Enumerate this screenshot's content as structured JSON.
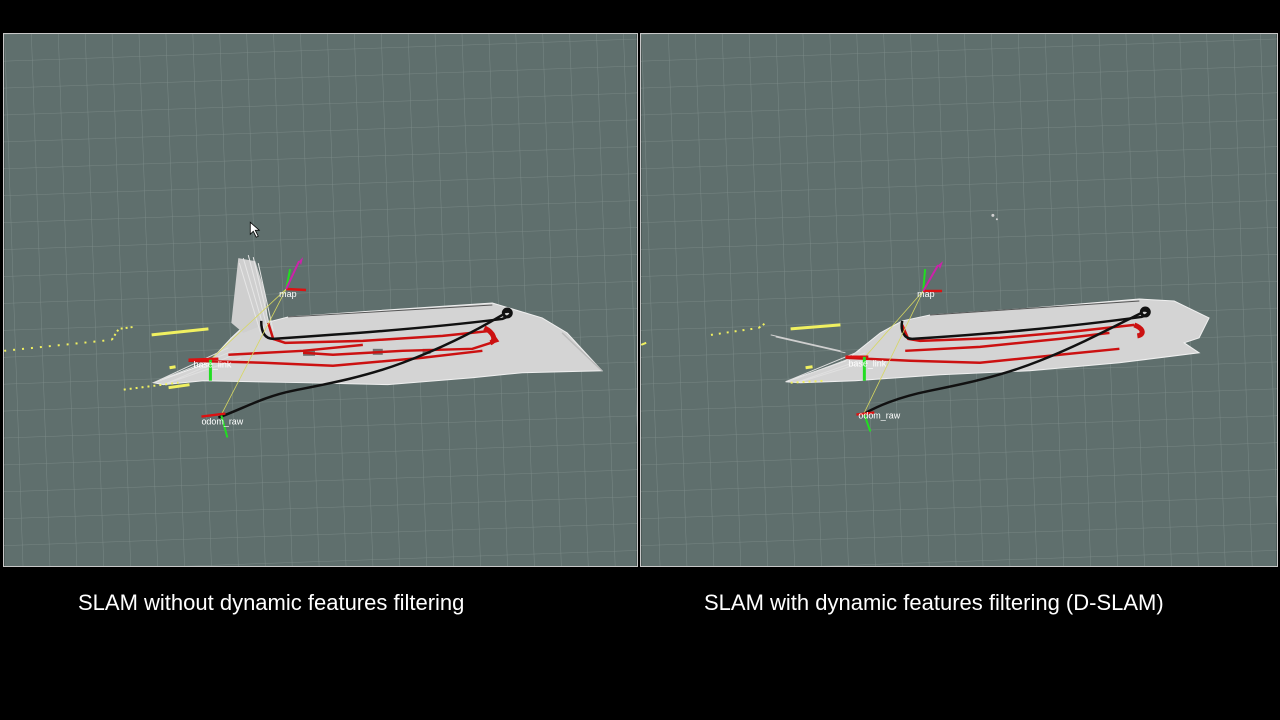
{
  "background_color": "#000000",
  "grid_background_color": "#5f6f6d",
  "panels": [
    {
      "caption": "SLAM without dynamic features filtering",
      "frame_labels": {
        "map": "map",
        "base": "base_link",
        "odom": "odom_raw"
      }
    },
    {
      "caption": "SLAM with dynamic features filtering (D-SLAM)",
      "frame_labels": {
        "map": "map",
        "base": "base_link",
        "odom": "odom_raw"
      }
    }
  ],
  "colors": {
    "map_free": "#d4d4d4",
    "trajectory_estimated": "#cc1111",
    "trajectory_odometry": "#111111",
    "laser_scan": "#f0f060",
    "axis_x": "#dd1111",
    "axis_y": "#22dd22",
    "axis_z": "#cc22aa"
  },
  "icons": [
    "mouse-cursor-icon"
  ]
}
